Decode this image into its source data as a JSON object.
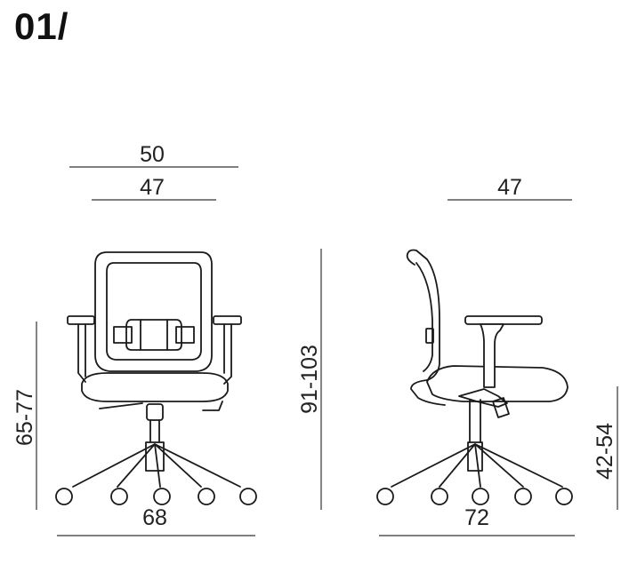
{
  "header": {
    "title": "01/"
  },
  "front_view": {
    "dimensions": {
      "overall_width": "50",
      "seat_width": "47",
      "armrest_height": "65-77",
      "base_width": "68"
    }
  },
  "side_view": {
    "dimensions": {
      "total_height": "91-103",
      "seat_depth": "47",
      "seat_height": "42-54",
      "base_depth": "72"
    }
  }
}
